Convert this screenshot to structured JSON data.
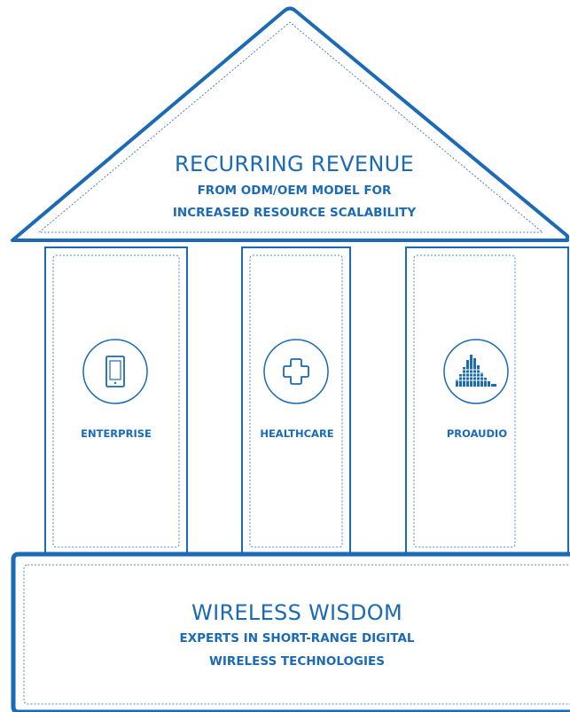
{
  "colors": {
    "primary": "#1a6ab5",
    "background": "#ffffff"
  },
  "roof": {
    "title": "RECURRING REVENUE",
    "subtitle_line1": "FROM ODM/OEM MODEL FOR",
    "subtitle_line2": "INCREASED RESOURCE SCALABILITY"
  },
  "pillars": [
    {
      "label": "ENTERPRISE",
      "icon": "tablet-icon"
    },
    {
      "label": "HEALTHCARE",
      "icon": "medical-cross-icon"
    },
    {
      "label": "PROAUDIO",
      "icon": "audio-equalizer-icon"
    }
  ],
  "foundation": {
    "title": "WIRELESS WISDOM",
    "subtitle_line1": "EXPERTS IN SHORT-RANGE DIGITAL",
    "subtitle_line2": "WIRELESS TECHNOLOGIES"
  }
}
